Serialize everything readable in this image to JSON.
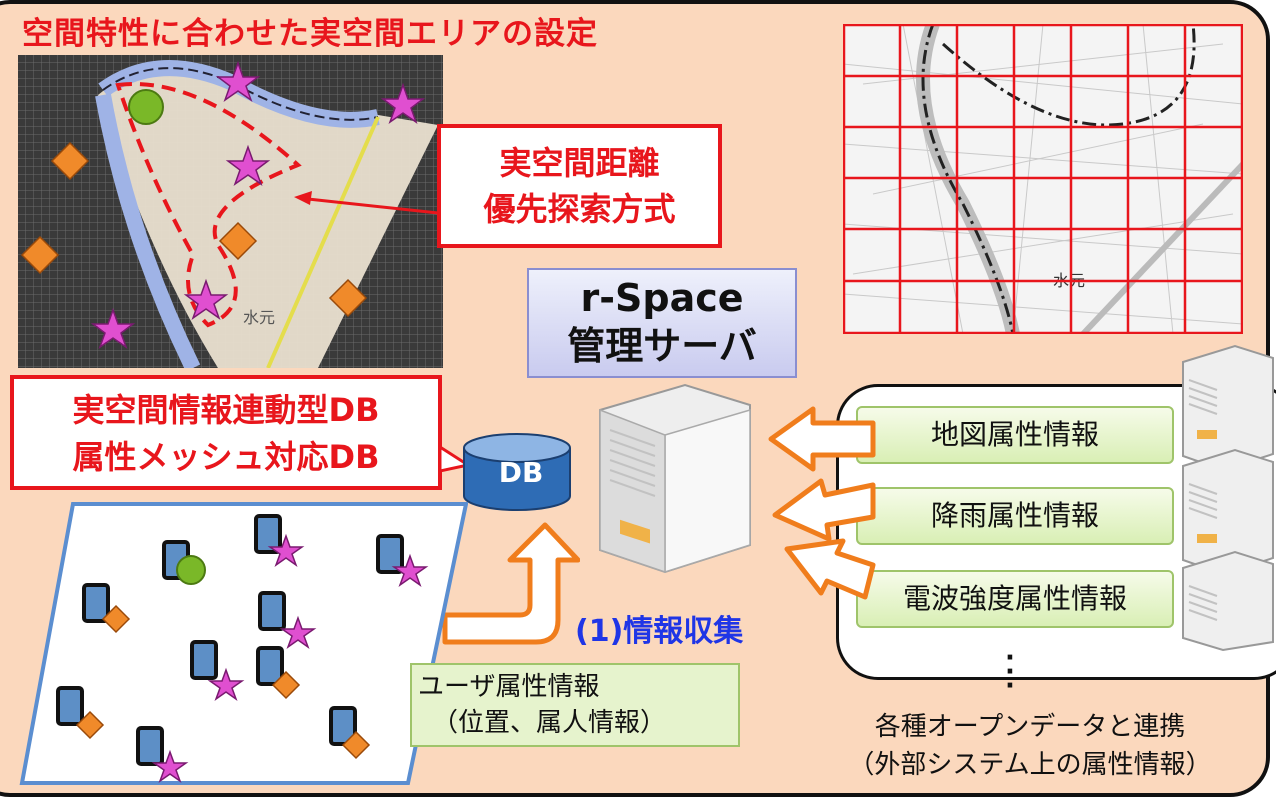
{
  "title": "空間特性に合わせた実空間エリアの設定",
  "callouts": {
    "search_line1": "実空間距離",
    "search_line2": "優先探索方式",
    "db_line1": "実空間情報連動型DB",
    "db_line2": "属性メッシュ対応DB"
  },
  "server": {
    "line1": "r-Space",
    "line2": "管理サーバ"
  },
  "db_label": "DB",
  "collect_label": "(1)情報収集",
  "user_attr": {
    "line1": "ユーザ属性情報",
    "line2": "（位置、属人情報）"
  },
  "attributes": [
    "地図属性情報",
    "降雨属性情報",
    "電波強度属性情報"
  ],
  "map_label": "水元",
  "open_data": {
    "line1": "各種オープンデータと連携",
    "line2": "（外部システム上の属性情報）"
  },
  "colors": {
    "accent_red": "#e8161c",
    "collect_blue": "#1f35e6",
    "background": "#fbd8bd"
  }
}
